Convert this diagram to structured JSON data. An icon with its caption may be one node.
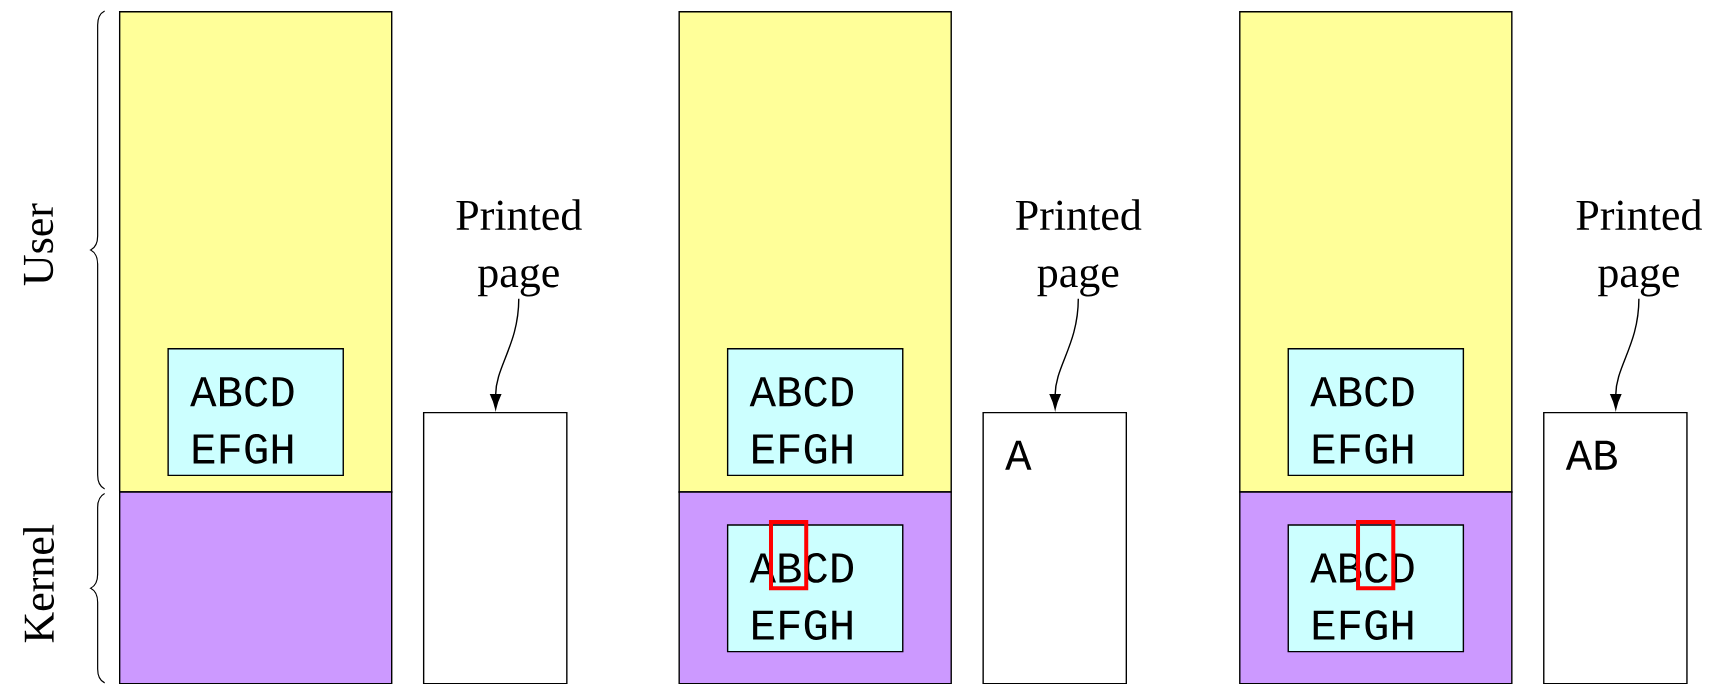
{
  "diagram": {
    "nodes": [
      {
        "text": [],
        "shape": "box"
      },
      {
        "text": [
          "ABCD EFGH"
        ],
        "in": 0
      },
      {
        "text": [],
        "shape": "box"
      },
      {
        "text": [
          "Printed page"
        ]
      },
      {
        "text": [],
        "shape": "box"
      },
      {
        "text": [],
        "shape": "box"
      },
      {
        "text": [
          "ABCD EFGH"
        ],
        "in": 5
      },
      {
        "text": [],
        "shape": "box"
      },
      {
        "text": [
          "ABCD EFGH"
        ],
        "in": 7
      },
      {
        "text": [
          "Printed page"
        ]
      },
      {
        "text": [
          "A"
        ]
      },
      {
        "text": [],
        "shape": "box"
      },
      {
        "text": [
          "ABCD EFGH"
        ],
        "in": 11
      },
      {
        "text": [],
        "shape": "box"
      },
      {
        "text": [
          "ABCD EFGH"
        ],
        "in": 13
      },
      {
        "text": [
          "Printed page"
        ]
      },
      {
        "text": [
          "AB"
        ]
      }
    ],
    "edges": [
      {
        "from": 3,
        "to": 4,
        "arrow": "to"
      },
      {
        "from": 9,
        "to": 10,
        "arrow": "to"
      },
      {
        "from": 15,
        "to": 16,
        "arrow": "to"
      }
    ],
    "labels": [
      "User",
      "Kernel"
    ]
  }
}
